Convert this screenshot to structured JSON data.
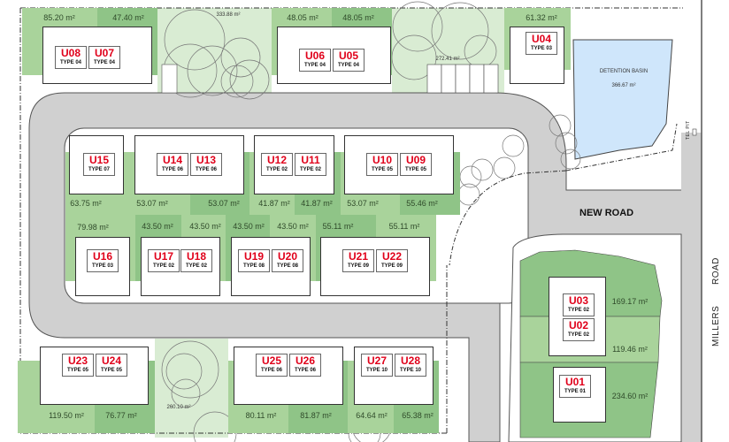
{
  "colors": {
    "road": "#d0d0d0",
    "lot_light": "#a9d39b",
    "lot_dark": "#8fc487",
    "open_space": "#d9ecd3",
    "basin": "#cfe6fb",
    "unit_label": "#e0001a"
  },
  "roads": {
    "new_road": "NEW ROAD",
    "millers": "MILLERS",
    "road": "ROAD",
    "tel_pit": "TEL PIT"
  },
  "basin": {
    "label": "DETENTION BASIN",
    "area": "366.67 m²"
  },
  "open_spaces": [
    "333.88 m²",
    "272.41 m²",
    "260.10 m²"
  ],
  "lots": {
    "top": [
      "85.20 m²",
      "47.40 m²",
      "48.05 m²",
      "48.05 m²",
      "61.32 m²"
    ],
    "row1": [
      "63.75 m²",
      "53.07 m²",
      "53.07 m²",
      "41.87 m²",
      "41.87 m²",
      "53.07 m²",
      "55.46 m²"
    ],
    "row2": [
      "79.98 m²",
      "43.50 m²",
      "43.50 m²",
      "43.50 m²",
      "43.50 m²",
      "55.11 m²",
      "55.11 m²"
    ],
    "bottom": [
      "119.50 m²",
      "76.77 m²",
      "80.11 m²",
      "81.87 m²",
      "64.64 m²",
      "65.38 m²"
    ],
    "right": [
      "169.17 m²",
      "119.46 m²",
      "234.60 m²"
    ]
  },
  "units": [
    {
      "id": "U08",
      "type": "TYPE 04"
    },
    {
      "id": "U07",
      "type": "TYPE 04"
    },
    {
      "id": "U06",
      "type": "TYPE 04"
    },
    {
      "id": "U05",
      "type": "TYPE 04"
    },
    {
      "id": "U04",
      "type": "TYPE 03"
    },
    {
      "id": "U15",
      "type": "TYPE 07"
    },
    {
      "id": "U14",
      "type": "TYPE 06"
    },
    {
      "id": "U13",
      "type": "TYPE 06"
    },
    {
      "id": "U12",
      "type": "TYPE 02"
    },
    {
      "id": "U11",
      "type": "TYPE 02"
    },
    {
      "id": "U10",
      "type": "TYPE 05"
    },
    {
      "id": "U09",
      "type": "TYPE 05"
    },
    {
      "id": "U16",
      "type": "TYPE 03"
    },
    {
      "id": "U17",
      "type": "TYPE 02"
    },
    {
      "id": "U18",
      "type": "TYPE 02"
    },
    {
      "id": "U19",
      "type": "TYPE 08"
    },
    {
      "id": "U20",
      "type": "TYPE 08"
    },
    {
      "id": "U21",
      "type": "TYPE 09"
    },
    {
      "id": "U22",
      "type": "TYPE 09"
    },
    {
      "id": "U23",
      "type": "TYPE 05"
    },
    {
      "id": "U24",
      "type": "TYPE 05"
    },
    {
      "id": "U25",
      "type": "TYPE 06"
    },
    {
      "id": "U26",
      "type": "TYPE 06"
    },
    {
      "id": "U27",
      "type": "TYPE 10"
    },
    {
      "id": "U28",
      "type": "TYPE 10"
    },
    {
      "id": "U03",
      "type": "TYPE 02"
    },
    {
      "id": "U02",
      "type": "TYPE 02"
    },
    {
      "id": "U01",
      "type": "TYPE 01"
    }
  ]
}
